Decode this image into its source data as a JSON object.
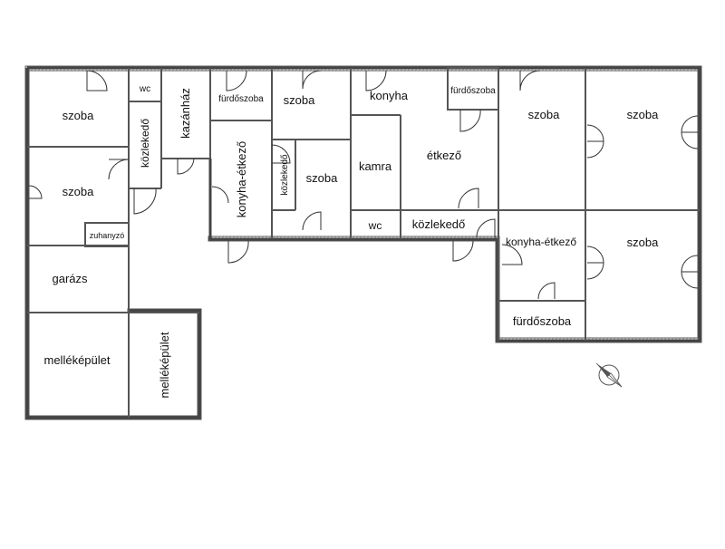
{
  "rooms": {
    "szoba_nw": "szoba",
    "wc_top": "wc",
    "kazanhaz": "kazánház",
    "furdoszoba_1": "fürdőszoba",
    "szoba_mid1": "szoba",
    "konyha": "konyha",
    "furdoszoba_2": "fürdőszoba",
    "szoba_ne1": "szoba",
    "szoba_ne2": "szoba",
    "kozlekedo_v1": "közlekedő",
    "szoba_w2": "szoba",
    "konyha_etkezo_1": "konyha-étkező",
    "kozlekedo_v2": "közlekedő",
    "szoba_mid2": "szoba",
    "kamra": "kamra",
    "etkezo": "étkező",
    "zuhanyzo": "zuhanyzó",
    "wc_mid": "wc",
    "kozlekedo_h": "közlekedő",
    "konyha_etkezo_2": "konyha-étkező",
    "szoba_se": "szoba",
    "garazs": "garázs",
    "furdoszoba_3": "fürdőszoba",
    "melleképulet_1": "melléképület",
    "melleképulet_2": "melléképület"
  },
  "compass_icon": "north-arrow-icon"
}
